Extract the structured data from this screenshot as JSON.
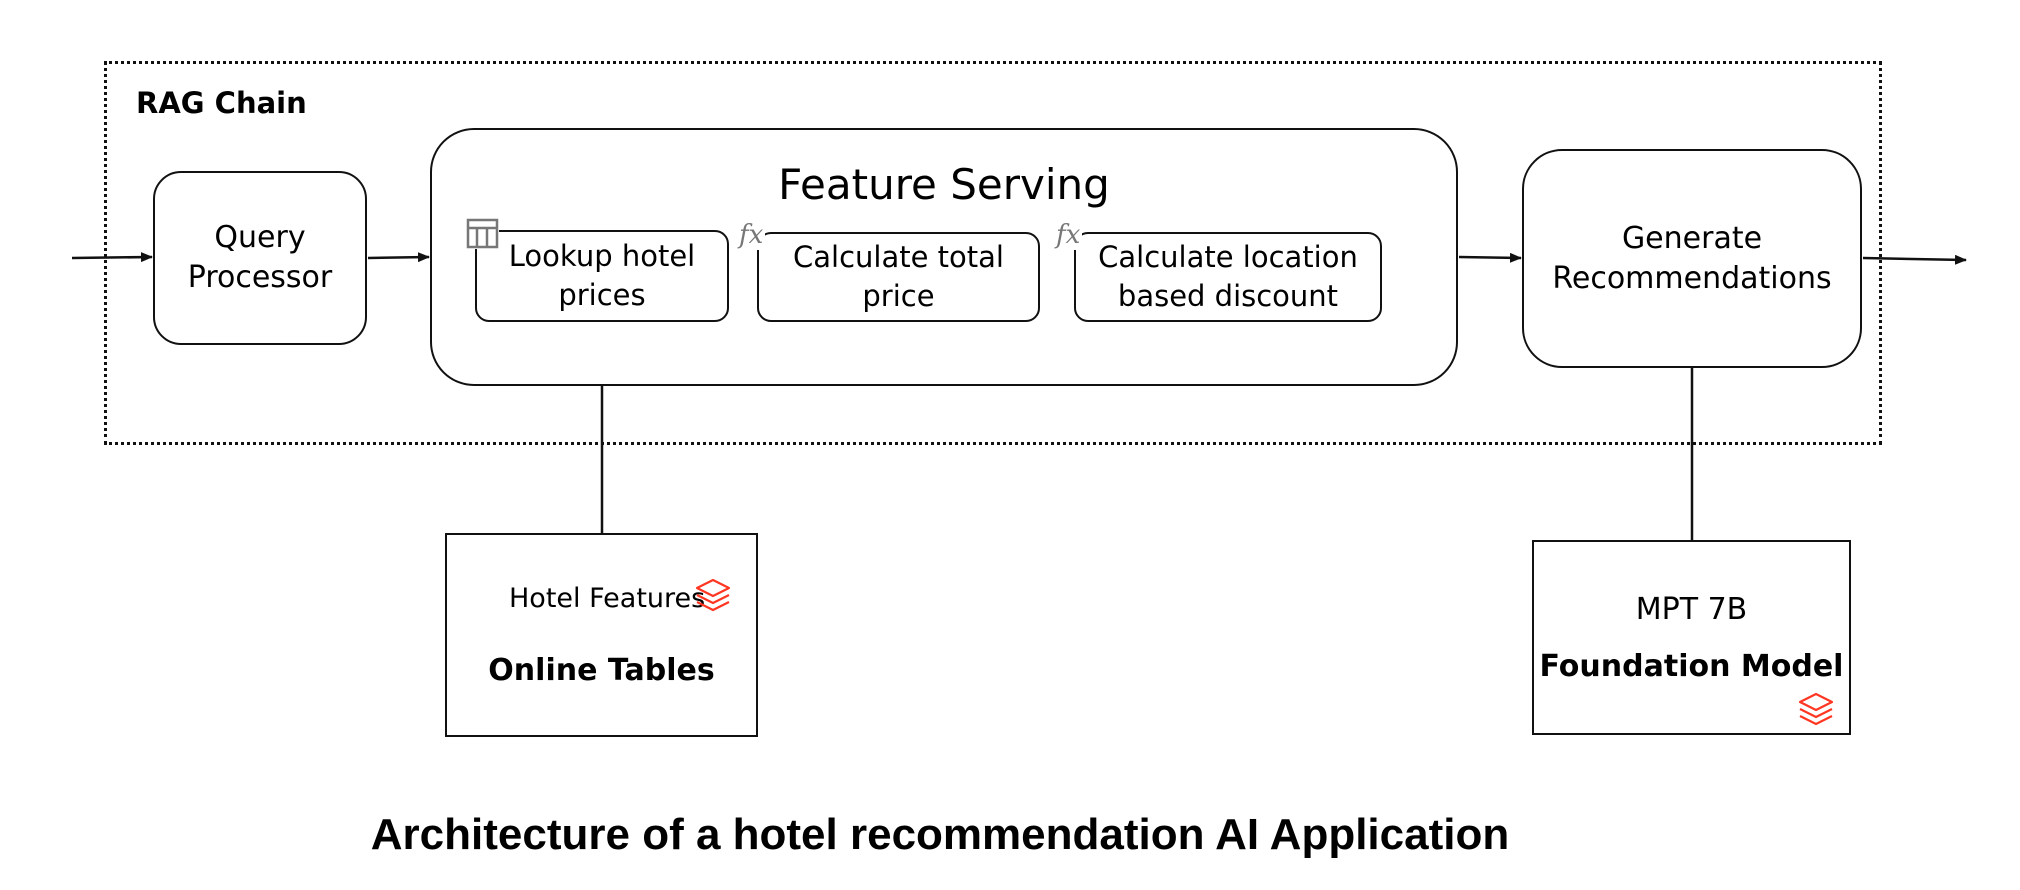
{
  "rag_chain": {
    "label": "RAG Chain"
  },
  "query_processor": {
    "label": "Query\nProcessor"
  },
  "feature_serving": {
    "title": "Feature Serving",
    "steps": [
      {
        "label": "Lookup hotel\nprices",
        "icon": "table-icon"
      },
      {
        "label": "Calculate total\nprice",
        "icon": "function-icon"
      },
      {
        "label": "Calculate location\nbased discount",
        "icon": "function-icon"
      }
    ],
    "fx_symbol": "fx"
  },
  "generate": {
    "label": "Generate\nRecommendations"
  },
  "online_tables": {
    "name": "Hotel Features",
    "title": "Online Tables",
    "icon": "layers-icon"
  },
  "foundation_model": {
    "name": "MPT 7B",
    "title": "Foundation Model",
    "icon": "layers-icon"
  },
  "caption": "Architecture of a hotel recommendation AI Application",
  "colors": {
    "line": "#111111",
    "icon_gray": "#777777",
    "brand_red": "#FF3621"
  }
}
